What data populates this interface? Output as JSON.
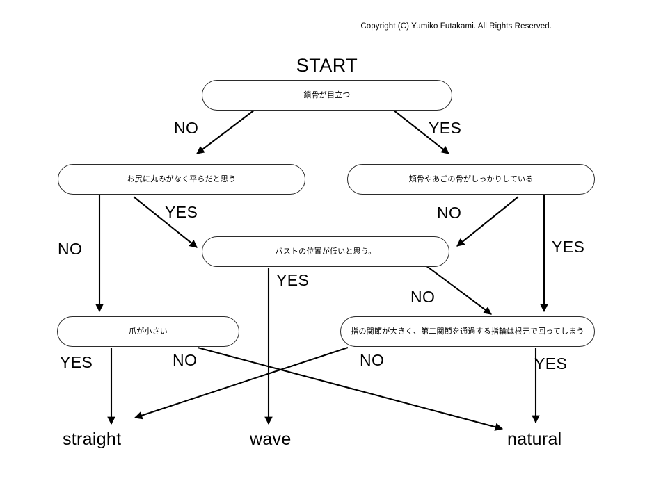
{
  "page": {
    "copyright": "Copyright (C) Yumiko Futakami. All Rights Reserved.",
    "start_label": "START",
    "stroke_color": "#2b2b2b",
    "text_color": "#000000",
    "background": "#ffffff"
  },
  "nodes": {
    "q1": "鎖骨が目立つ",
    "q2": "お尻に丸みがなく平らだと思う",
    "q3": "頬骨やあごの骨がしっかりしている",
    "q4": "バストの位置が低いと思う。",
    "q5": "爪が小さい",
    "q6": "指の関節が大きく、第二関節を通過する指輪は根元で回ってしまう"
  },
  "edge_labels": {
    "q1_no": "NO",
    "q1_yes": "YES",
    "q2_yes": "YES",
    "q2_no": "NO",
    "q3_no": "NO",
    "q3_yes": "YES",
    "q4_yes": "YES",
    "q4_no": "NO",
    "q5_yes": "YES",
    "q5_no": "NO",
    "q6_no": "NO",
    "q6_yes": "YES"
  },
  "results": {
    "straight": "straight",
    "wave": "wave",
    "natural": "natural"
  }
}
